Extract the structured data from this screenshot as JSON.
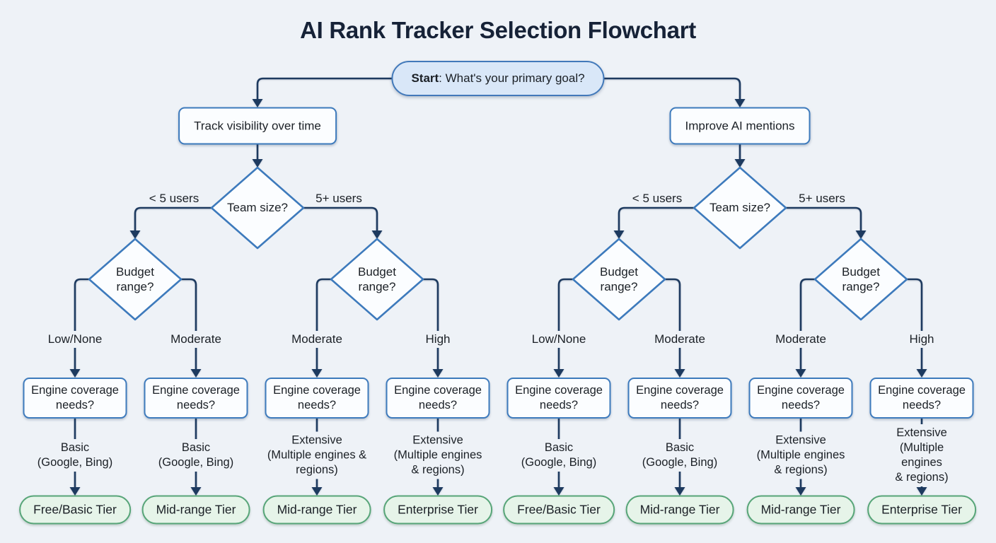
{
  "title": "AI Rank Tracker Selection Flowchart",
  "palette": {
    "background": "#eef2f7",
    "connector": "#1d3a5f",
    "blue_border": "#3d7abc",
    "start_fill": "#d9e7f8",
    "node_fill": "#fbfdff",
    "green_border": "#57a578",
    "green_fill": "#e6f4e9",
    "text": "#1b2026"
  },
  "start": {
    "prefix": "Start",
    "question": ": What's your primary goal?"
  },
  "goals": [
    {
      "label": "Track visibility over time"
    },
    {
      "label": "Improve AI mentions"
    }
  ],
  "questions": {
    "team": "Team size?",
    "budget": "Budget range?",
    "engine": "Engine coverage needs?"
  },
  "team_options": [
    {
      "label": "< 5 users"
    },
    {
      "label": "5+ users"
    },
    {
      "label": "< 5 users"
    },
    {
      "label": "5+ users"
    }
  ],
  "columns": [
    {
      "budget_option": "Low/None",
      "coverage": "Basic\n(Google, Bing)",
      "tier": "Free/Basic Tier"
    },
    {
      "budget_option": "Moderate",
      "coverage": "Basic\n(Google, Bing)",
      "tier": "Mid-range Tier"
    },
    {
      "budget_option": "Moderate",
      "coverage": "Extensive\n(Multiple engines &\nregions)",
      "tier": "Mid-range Tier"
    },
    {
      "budget_option": "High",
      "coverage": "Extensive\n(Multiple engines\n& regions)",
      "tier": "Enterprise Tier"
    },
    {
      "budget_option": "Low/None",
      "coverage": "Basic\n(Google, Bing)",
      "tier": "Free/Basic Tier"
    },
    {
      "budget_option": "Moderate",
      "coverage": "Basic\n(Google, Bing)",
      "tier": "Mid-range Tier"
    },
    {
      "budget_option": "Moderate",
      "coverage": "Extensive\n(Multiple engines\n& regions)",
      "tier": "Mid-range Tier"
    },
    {
      "budget_option": "High",
      "coverage": "Extensive\n(Multiple engines\n& regions)",
      "tier": "Enterprise Tier"
    }
  ]
}
